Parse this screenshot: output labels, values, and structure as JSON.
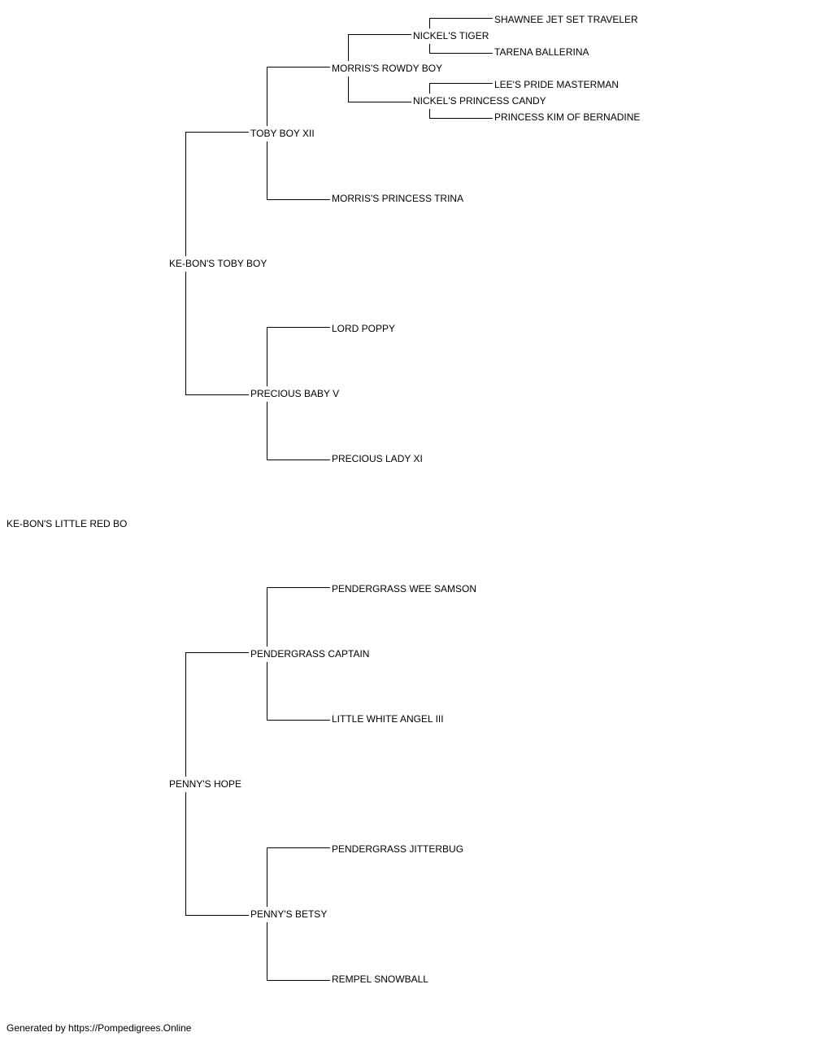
{
  "pedigree": {
    "subject": "KE-BON'S LITTLE RED BO",
    "sire": "KE-BON'S TOBY BOY",
    "sire_sire": "TOBY BOY XII",
    "sire_sire_sire": "MORRIS'S ROWDY BOY",
    "sire_sire_sire_sire": "NICKEL'S TIGER",
    "sire_sire_sire_sire_sire": "SHAWNEE JET SET TRAVELER",
    "sire_sire_sire_sire_dam": "TARENA BALLERINA",
    "sire_sire_sire_dam": "NICKEL'S PRINCESS CANDY",
    "sire_sire_sire_dam_sire": "LEE'S PRIDE MASTERMAN",
    "sire_sire_sire_dam_dam": "PRINCESS KIM OF BERNADINE",
    "sire_sire_dam": "MORRIS'S PRINCESS TRINA",
    "sire_dam": "PRECIOUS BABY V",
    "sire_dam_sire": "LORD POPPY",
    "sire_dam_dam": "PRECIOUS LADY XI",
    "dam": "PENNY'S HOPE",
    "dam_sire": "PENDERGRASS CAPTAIN",
    "dam_sire_sire": "PENDERGRASS WEE SAMSON",
    "dam_sire_dam": "LITTLE WHITE ANGEL III",
    "dam_dam": "PENNY'S BETSY",
    "dam_dam_sire": "PENDERGRASS JITTERBUG",
    "dam_dam_dam": "REMPEL SNOWBALL"
  },
  "footer": {
    "text": "Generated by https://Pompedigrees.Online"
  }
}
